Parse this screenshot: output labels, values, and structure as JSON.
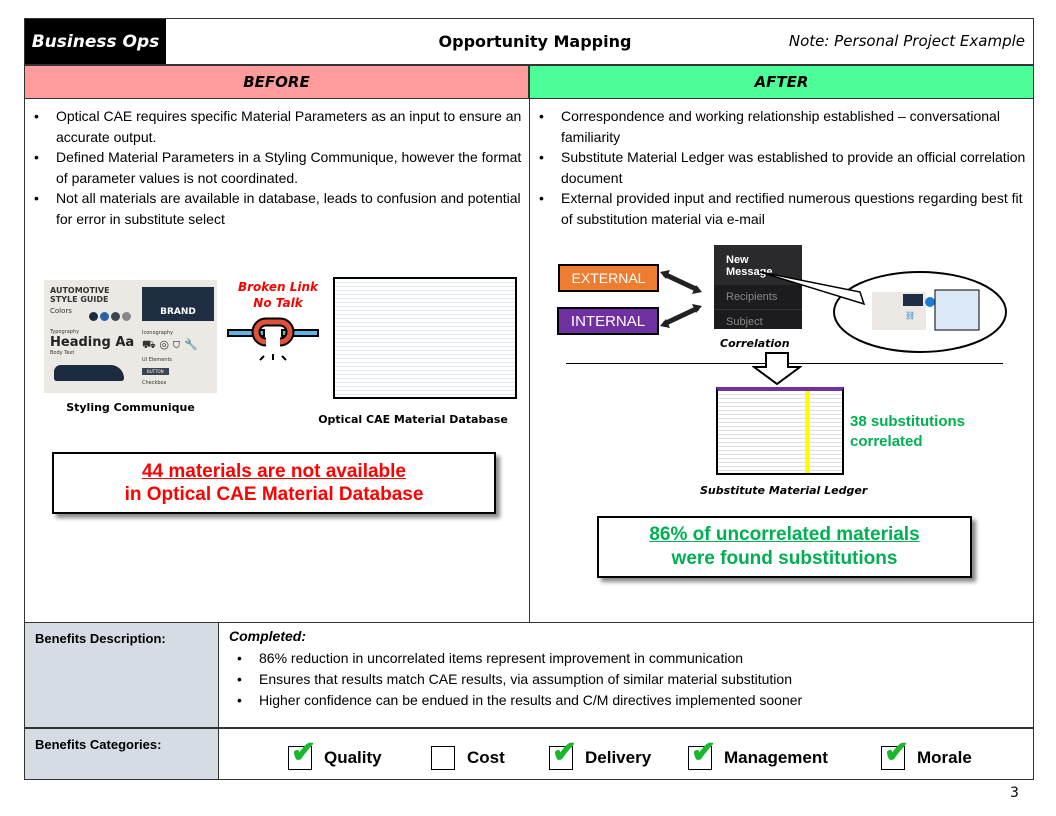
{
  "header": {
    "tag": "Business Ops",
    "title": "Opportunity Mapping",
    "note": "Note: Personal Project Example"
  },
  "before": {
    "label": "BEFORE",
    "bullets": [
      "Optical CAE requires specific Material Parameters as an input to ensure an accurate output.",
      "Defined Material Parameters in a Styling Communique, however the format of parameter values is not coordinated.",
      "Not all materials are available in database, leads to confusion and potential for error in substitute select"
    ],
    "styling": {
      "title": "AUTOMOTIVE STYLE GUIDE",
      "colors": "Colors",
      "brand": "BRAND",
      "typography": "Typography",
      "heading": "Heading Aa",
      "body": "Body Text",
      "iconography": "Iconography",
      "ui": "UI Elements",
      "button": "BUTTON",
      "checkbox": "Checkbox",
      "caption": "Styling Communique"
    },
    "broken_link": [
      "Broken Link",
      "No Talk"
    ],
    "database_caption": "Optical CAE Material Database",
    "callout": [
      "44 materials are not available",
      "in Optical CAE Material Database"
    ]
  },
  "after": {
    "label": "AFTER",
    "bullets": [
      "Correspondence and working relationship established – conversational familiarity",
      "Substitute Material Ledger was established to provide an official correlation document",
      "External provided input and rectified numerous questions regarding best fit of substitution material via e-mail"
    ],
    "external": "EXTERNAL",
    "internal": "INTERNAL",
    "message": {
      "title": "New Message",
      "recipients": "Recipients",
      "subject": "Subject"
    },
    "correlation": "Correlation",
    "ledger_caption": "Substitute Material Ledger",
    "substitutions": [
      "38 substitutions",
      "correlated"
    ],
    "callout": [
      "86% of uncorrelated materials",
      "were found substitutions"
    ]
  },
  "benefits": {
    "label": "Benefits Description:",
    "completed": "Completed:",
    "bullets": [
      "86% reduction in uncorrelated items represent improvement in communication",
      "Ensures that results match CAE results, via assumption of similar material substitution",
      "Higher confidence can be endued in the results and C/M directives implemented sooner"
    ]
  },
  "categories": {
    "label": "Benefits Categories:",
    "items": [
      {
        "label": "Quality",
        "checked": true
      },
      {
        "label": "Cost",
        "checked": false
      },
      {
        "label": "Delivery",
        "checked": true
      },
      {
        "label": "Management",
        "checked": true
      },
      {
        "label": "Morale",
        "checked": true
      }
    ]
  },
  "page_number": "3",
  "colors": {
    "before": "#ff9b9b",
    "after": "#4dfd98",
    "external": "#ed7d31",
    "internal": "#7030a0",
    "red": "#ff0000",
    "green": "#00b050"
  }
}
